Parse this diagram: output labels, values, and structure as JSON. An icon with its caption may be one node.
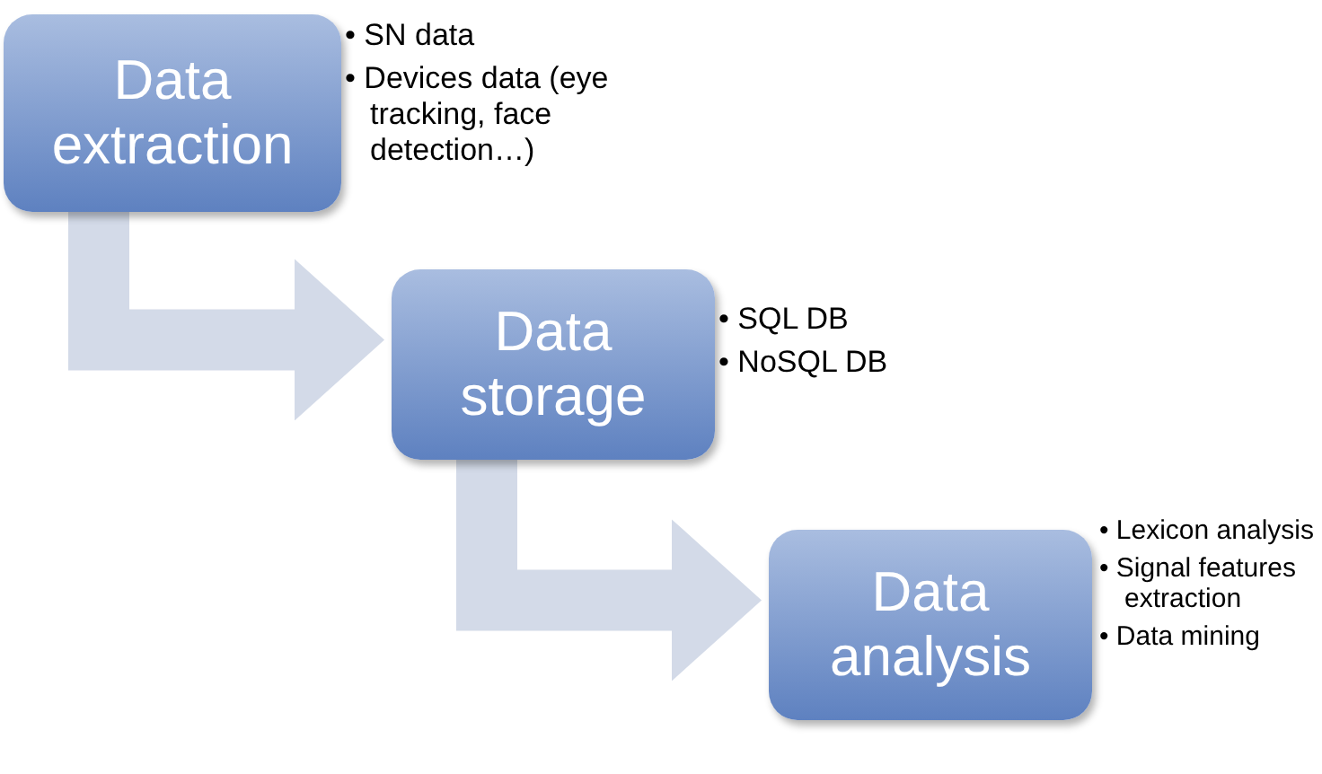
{
  "diagram": {
    "nodes": [
      {
        "text": [
          "Data extraction"
        ],
        "beside": [
          "• SN data",
          "• Devices data (eye tracking, face detection…)"
        ]
      },
      {
        "text": [
          "Data storage"
        ],
        "beside": [
          "• SQL DB",
          "• NoSQL DB"
        ]
      },
      {
        "text": [
          "Data analysis"
        ],
        "beside": [
          "• Lexicon analysis",
          "• Signal features extraction",
          "• Data mining"
        ]
      }
    ],
    "edges": [
      {
        "from": 0,
        "to": 1,
        "arrow": "to"
      },
      {
        "from": 1,
        "to": 2,
        "arrow": "to"
      }
    ]
  }
}
